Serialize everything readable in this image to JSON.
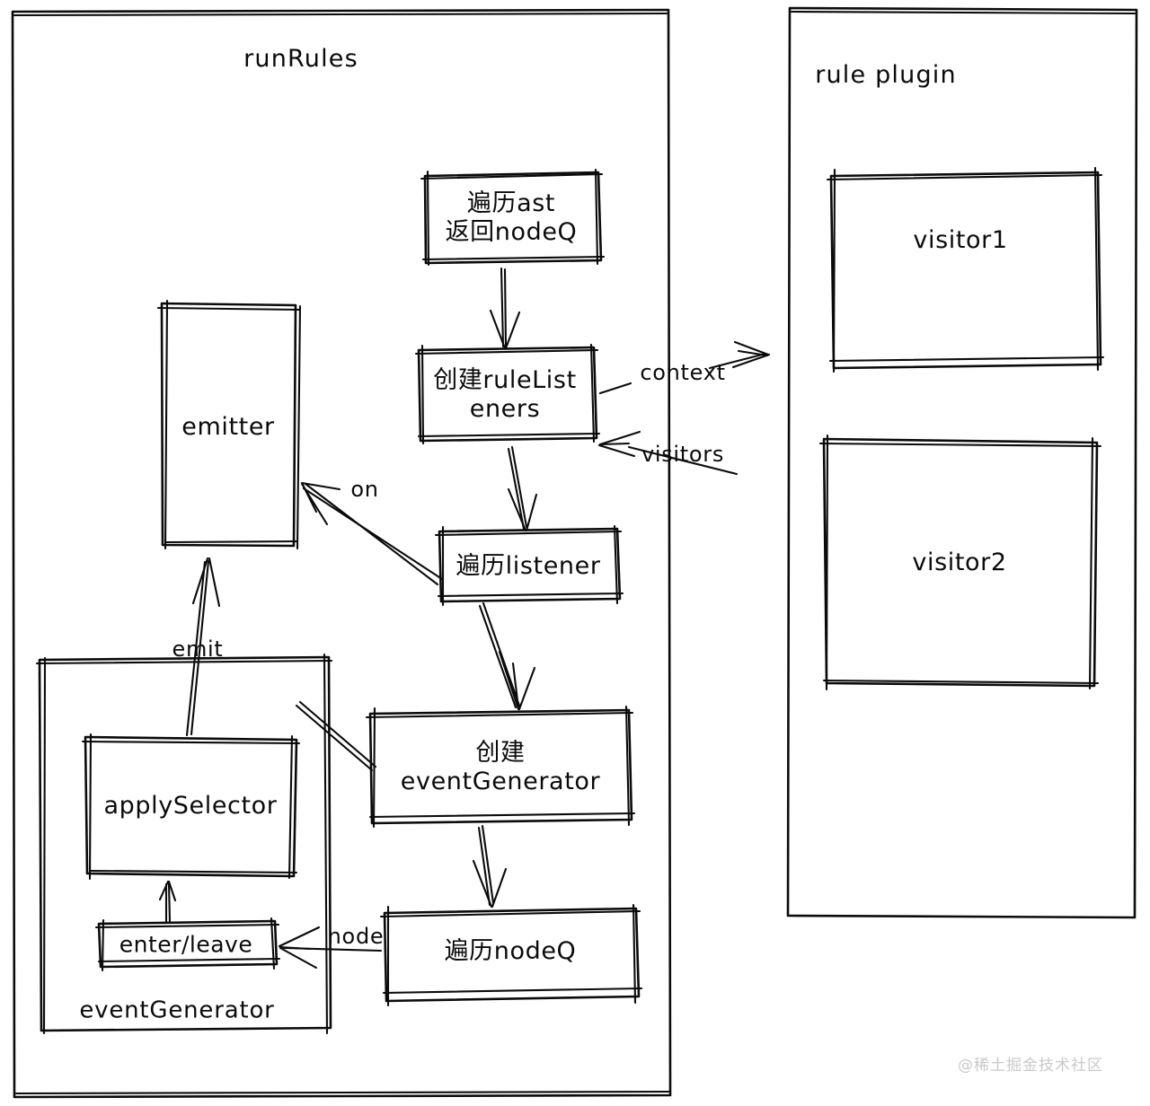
{
  "diagram": {
    "title": "runRules / rule plugin flow",
    "background": "#ffffff",
    "ink": "#0b0b0b",
    "containers": [
      {
        "id": "runRules",
        "label": "runRules"
      },
      {
        "id": "rulePlugin",
        "label": "rule plugin"
      }
    ],
    "nodes": [
      {
        "id": "traverseAst",
        "label": "遍历ast\n返回nodeQ"
      },
      {
        "id": "createRuleList",
        "label": "创建ruleList\neners"
      },
      {
        "id": "emitter",
        "label": "emitter"
      },
      {
        "id": "traverseListener",
        "label": "遍历listener"
      },
      {
        "id": "createEventGen",
        "label": "创建\neventGenerator"
      },
      {
        "id": "traverseNodeQ",
        "label": "遍历nodeQ"
      },
      {
        "id": "applySelector",
        "label": "applySelector"
      },
      {
        "id": "enterLeave",
        "label": "enter/leave"
      },
      {
        "id": "visitor1",
        "label": "visitor1"
      },
      {
        "id": "visitor2",
        "label": "visitor2"
      }
    ],
    "groups": [
      {
        "id": "eventGeneratorGroup",
        "label": "eventGenerator"
      }
    ],
    "edge_labels": [
      {
        "id": "context",
        "label": "context"
      },
      {
        "id": "visitors",
        "label": "visitors"
      },
      {
        "id": "on",
        "label": "on"
      },
      {
        "id": "emit",
        "label": "emit"
      },
      {
        "id": "node",
        "label": "node"
      }
    ],
    "watermark": "@稀土掘金技术社区"
  }
}
